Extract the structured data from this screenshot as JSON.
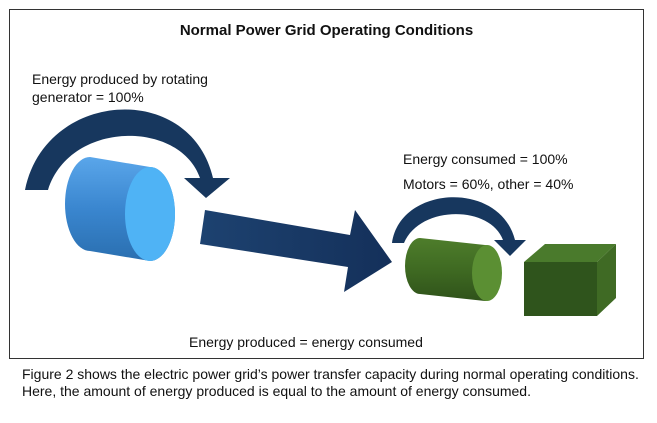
{
  "title": "Normal Power Grid Operating Conditions",
  "generator": {
    "label_line1": "Energy produced by rotating",
    "label_line2": "generator = 100%"
  },
  "consumption": {
    "label": "Energy consumed = 100%",
    "breakdown": "Motors = 60%, other = 40%"
  },
  "balance_label": "Energy produced = energy consumed",
  "caption": "Figure 2 shows the electric power grid’s power transfer capacity during normal operating conditions. Here, the amount of energy produced is equal to the amount of energy consumed.",
  "colors": {
    "arrow": "#17375e",
    "generator_cylinder": "#3d8fd6",
    "motor_cylinder": "#4f7a2c",
    "other_load_box": "#3c6a26"
  }
}
